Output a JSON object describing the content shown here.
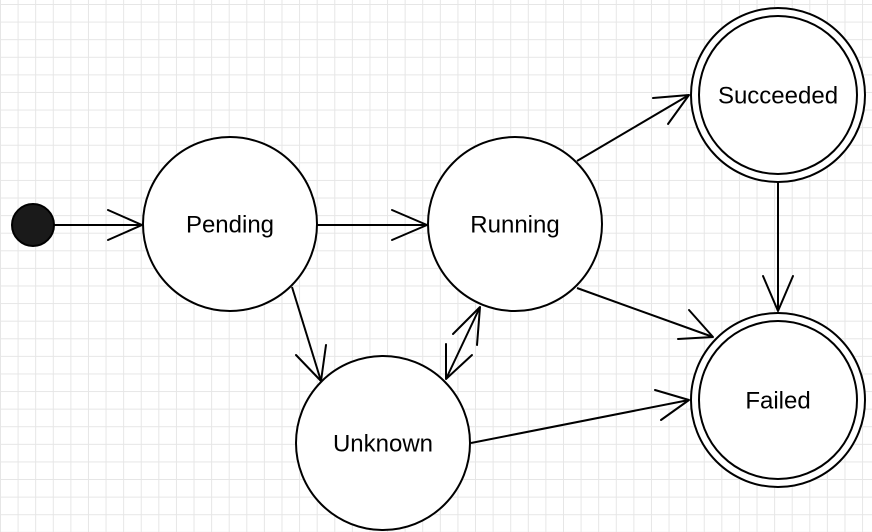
{
  "diagram": {
    "type": "state-machine",
    "initial_state": "Pending",
    "states": [
      {
        "id": "pending",
        "label": "Pending",
        "final": false
      },
      {
        "id": "running",
        "label": "Running",
        "final": false
      },
      {
        "id": "unknown",
        "label": "Unknown",
        "final": false
      },
      {
        "id": "succeeded",
        "label": "Succeeded",
        "final": true
      },
      {
        "id": "failed",
        "label": "Failed",
        "final": true
      }
    ],
    "transitions": [
      {
        "from": "initial",
        "to": "pending"
      },
      {
        "from": "pending",
        "to": "running"
      },
      {
        "from": "pending",
        "to": "unknown"
      },
      {
        "from": "running",
        "to": "succeeded"
      },
      {
        "from": "running",
        "to": "failed"
      },
      {
        "from": "running",
        "to": "unknown"
      },
      {
        "from": "unknown",
        "to": "running"
      },
      {
        "from": "unknown",
        "to": "failed"
      },
      {
        "from": "succeeded",
        "to": "failed"
      }
    ]
  }
}
